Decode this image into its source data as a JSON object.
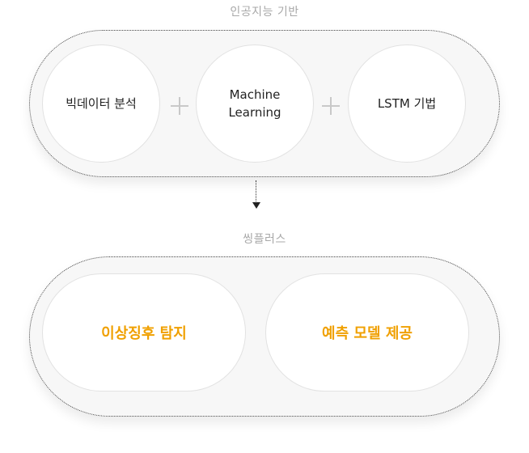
{
  "top_section": {
    "label": "인공지능 기반",
    "items": [
      {
        "label": "빅데이터 분석"
      },
      {
        "label": "Machine\nLearning"
      },
      {
        "label": "LSTM 기법"
      }
    ]
  },
  "bottom_section": {
    "label": "씽플러스",
    "items": [
      {
        "label": "이상징후 탐지"
      },
      {
        "label": "예측 모델 제공"
      }
    ]
  },
  "colors": {
    "accent": "#f0a000",
    "label_gray": "#a8a8a8",
    "pill_bg": "#f7f7f7"
  },
  "icons": {
    "plus": "plus-icon",
    "arrow": "arrow-down-icon"
  }
}
